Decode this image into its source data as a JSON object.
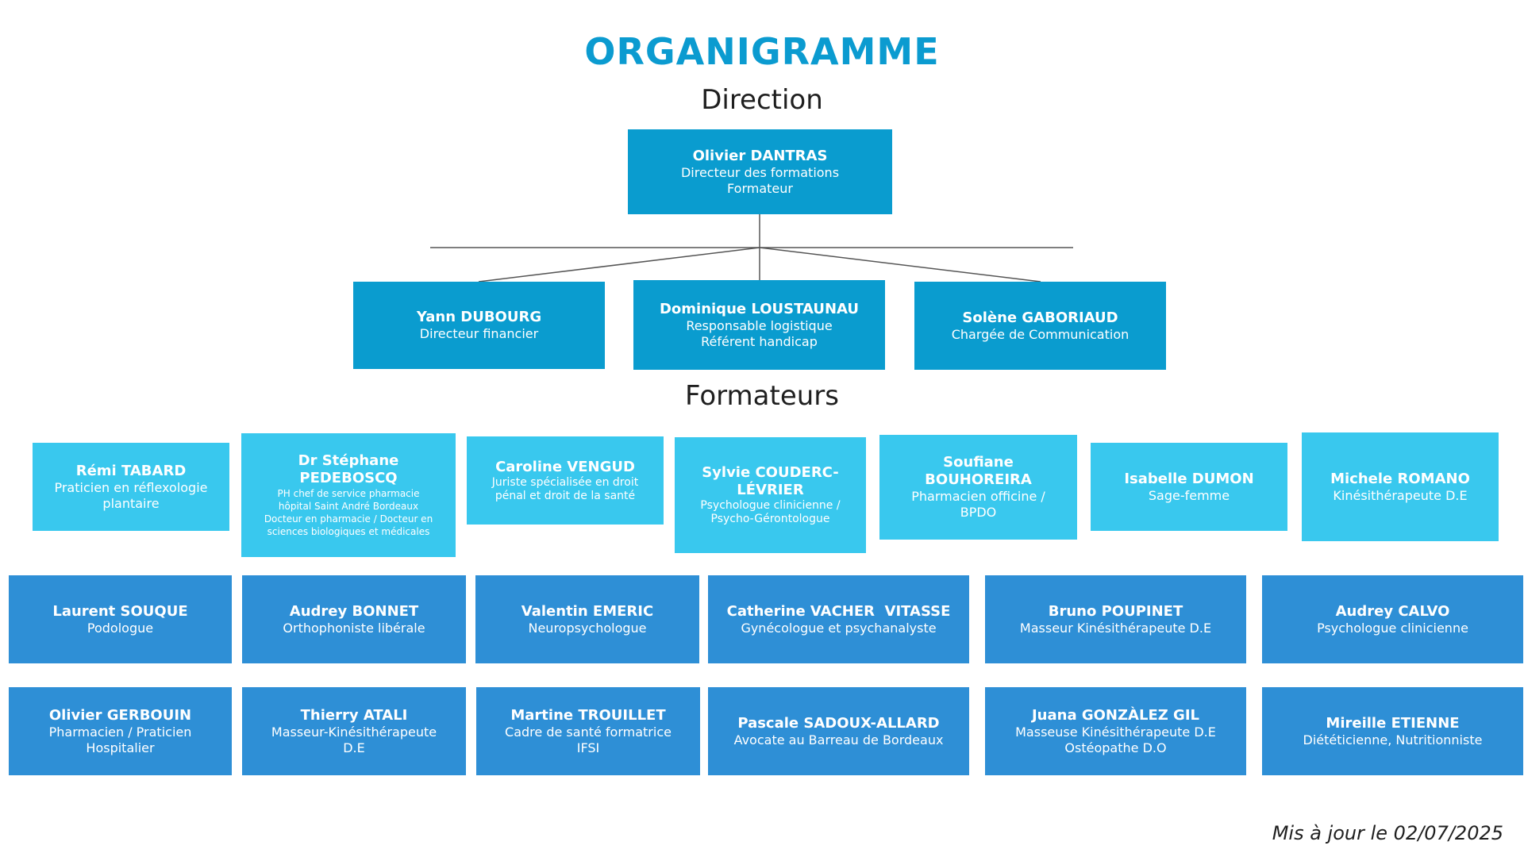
{
  "title": "ORGANIGRAMME",
  "sections": {
    "direction": "Direction",
    "formateurs": "Formateurs"
  },
  "direction": {
    "top": {
      "name": "Olivier DANTRAS",
      "role": "Directeur des formations\nFormateur"
    },
    "members": [
      {
        "name": "Yann DUBOURG",
        "role": "Directeur financier"
      },
      {
        "name": "Dominique LOUSTAUNAU",
        "role": "Responsable logistique\nRéférent handicap"
      },
      {
        "name": "Solène GABORIAUD",
        "role": "Chargée de Communication"
      }
    ]
  },
  "formateurs_row1": [
    {
      "name": "Rémi TABARD",
      "role": "Praticien en réflexologie\nplantaire"
    },
    {
      "name": "Dr Stéphane\nPEDEBOSCQ",
      "role": "PH chef de service pharmacie\nhôpital Saint André Bordeaux\nDocteur en pharmacie / Docteur en\nsciences biologiques et médicales"
    },
    {
      "name": "Caroline VENGUD",
      "role": "Juriste spécialisée en droit\npénal et droit de la santé"
    },
    {
      "name": "Sylvie COUDERC-\nLÉVRIER",
      "role": "Psychologue clinicienne /\nPsycho-Gérontologue"
    },
    {
      "name": "Soufiane\nBOUHOREIRA",
      "role": "Pharmacien officine /\nBPDO"
    },
    {
      "name": "Isabelle DUMON",
      "role": "Sage-femme"
    },
    {
      "name": "Michele ROMANO",
      "role": "Kinésithérapeute D.E"
    }
  ],
  "formateurs_row2": [
    {
      "name": "Laurent SOUQUE",
      "role": "Podologue"
    },
    {
      "name": "Audrey BONNET",
      "role": "Orthophoniste libérale"
    },
    {
      "name": "Valentin EMERIC",
      "role": "Neuropsychologue"
    },
    {
      "name": "Catherine VACHER  VITASSE",
      "role": "Gynécologue et psychanalyste"
    },
    {
      "name": "Bruno POUPINET",
      "role": "Masseur Kinésithérapeute D.E"
    },
    {
      "name": "Audrey CALVO",
      "role": "Psychologue clinicienne"
    }
  ],
  "formateurs_row3": [
    {
      "name": "Olivier GERBOUIN",
      "role": "Pharmacien / Praticien\nHospitalier"
    },
    {
      "name": "Thierry ATALI",
      "role": "Masseur-Kinésithérapeute\nD.E"
    },
    {
      "name": "Martine TROUILLET",
      "role": "Cadre de santé formatrice\nIFSI"
    },
    {
      "name": "Pascale SADOUX-ALLARD",
      "role": "Avocate au Barreau de Bordeaux"
    },
    {
      "name": "Juana GONZÀLEZ GIL",
      "role": "Masseuse Kinésithérapeute D.E\nOstéopathe D.O"
    },
    {
      "name": "Mireille ETIENNE",
      "role": "Diététicienne, Nutritionniste"
    }
  ],
  "footer": "Mis à jour le 02/07/2025",
  "colors": {
    "title": "#0b9bd0",
    "direction_box": "#0a9ccf",
    "formateur_light": "#39c8ee",
    "formateur_mid": "#2e8fd6"
  }
}
